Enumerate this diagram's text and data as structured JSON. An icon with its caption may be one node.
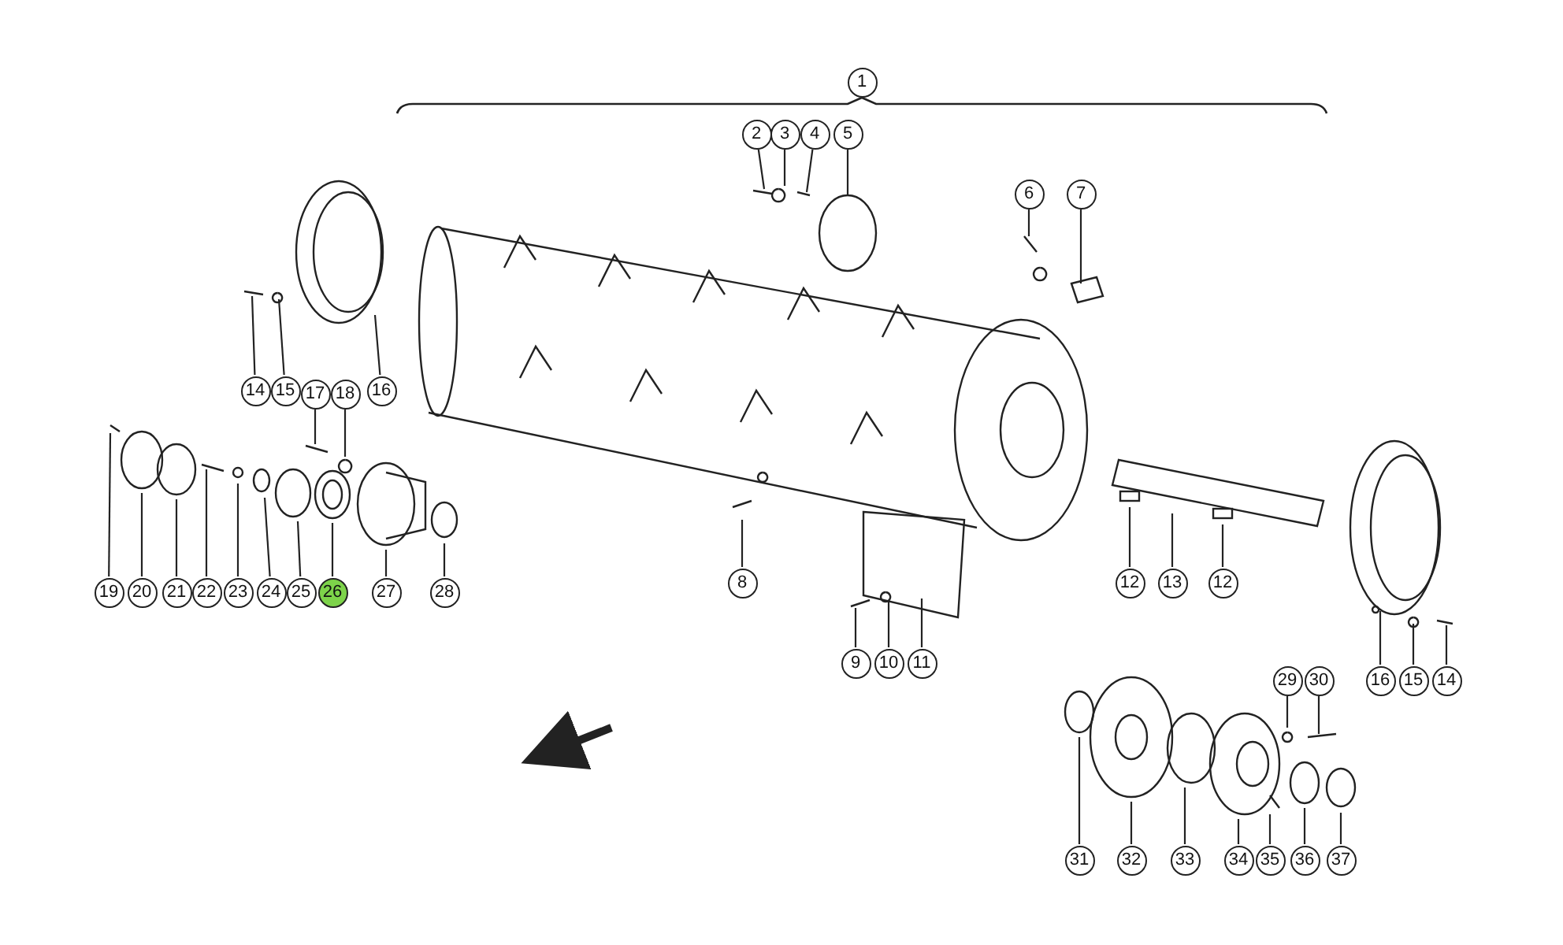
{
  "diagram": {
    "nodes": [
      {
        "text": [
          "1"
        ]
      },
      {
        "text": [
          "2"
        ]
      },
      {
        "text": [
          "3"
        ]
      },
      {
        "text": [
          "4"
        ]
      },
      {
        "text": [
          "5"
        ]
      },
      {
        "text": [
          "6"
        ]
      },
      {
        "text": [
          "7"
        ]
      },
      {
        "text": [
          "14"
        ]
      },
      {
        "text": [
          "15"
        ]
      },
      {
        "text": [
          "16"
        ]
      },
      {
        "text": [
          "17"
        ]
      },
      {
        "text": [
          "18"
        ]
      },
      {
        "text": [
          "19"
        ]
      },
      {
        "text": [
          "20"
        ]
      },
      {
        "text": [
          "21"
        ]
      },
      {
        "text": [
          "22"
        ]
      },
      {
        "text": [
          "23"
        ]
      },
      {
        "text": [
          "24"
        ]
      },
      {
        "text": [
          "25"
        ]
      },
      {
        "text": [
          "26"
        ]
      },
      {
        "text": [
          "27"
        ]
      },
      {
        "text": [
          "28"
        ]
      },
      {
        "text": [
          "8"
        ]
      },
      {
        "text": [
          "12"
        ]
      },
      {
        "text": [
          "13"
        ]
      },
      {
        "text": [
          "12"
        ]
      },
      {
        "text": [
          "9"
        ]
      },
      {
        "text": [
          "10"
        ]
      },
      {
        "text": [
          "11"
        ]
      },
      {
        "text": [
          "16"
        ]
      },
      {
        "text": [
          "15"
        ]
      },
      {
        "text": [
          "14"
        ]
      },
      {
        "text": [
          "29"
        ]
      },
      {
        "text": [
          "30"
        ]
      },
      {
        "text": [
          "31"
        ]
      },
      {
        "text": [
          "32"
        ]
      },
      {
        "text": [
          "33"
        ]
      },
      {
        "text": [
          "34"
        ]
      },
      {
        "text": [
          "35"
        ]
      },
      {
        "text": [
          "36"
        ]
      },
      {
        "text": [
          "37"
        ]
      }
    ],
    "edges": [
      {
        "from": 1,
        "to": null,
        "arrow": "none"
      },
      {
        "from": 2,
        "to": null,
        "arrow": "none"
      },
      {
        "from": 3,
        "to": null,
        "arrow": "none"
      },
      {
        "from": 4,
        "to": null,
        "arrow": "none"
      },
      {
        "from": 5,
        "to": null,
        "arrow": "none"
      },
      {
        "from": 6,
        "to": null,
        "arrow": "none"
      },
      {
        "from": 7,
        "to": null,
        "arrow": "none"
      },
      {
        "from": 8,
        "to": null,
        "arrow": "none"
      },
      {
        "from": 9,
        "to": null,
        "arrow": "none"
      },
      {
        "from": 10,
        "to": null,
        "arrow": "none"
      },
      {
        "from": 11,
        "to": null,
        "arrow": "none"
      },
      {
        "from": 12,
        "to": null,
        "arrow": "none"
      },
      {
        "from": 13,
        "to": null,
        "arrow": "none"
      },
      {
        "from": 14,
        "to": null,
        "arrow": "none"
      },
      {
        "from": 15,
        "to": null,
        "arrow": "none"
      },
      {
        "from": 16,
        "to": null,
        "arrow": "none"
      },
      {
        "from": 17,
        "to": null,
        "arrow": "none"
      },
      {
        "from": 18,
        "to": null,
        "arrow": "none"
      },
      {
        "from": 19,
        "to": null,
        "arrow": "none"
      },
      {
        "from": 20,
        "to": null,
        "arrow": "none"
      },
      {
        "from": 21,
        "to": null,
        "arrow": "none"
      },
      {
        "from": 22,
        "to": null,
        "arrow": "none"
      },
      {
        "from": 23,
        "to": null,
        "arrow": "none"
      },
      {
        "from": 24,
        "to": null,
        "arrow": "none"
      },
      {
        "from": 25,
        "to": null,
        "arrow": "none"
      },
      {
        "from": 26,
        "to": null,
        "arrow": "none"
      },
      {
        "from": 27,
        "to": null,
        "arrow": "none"
      },
      {
        "from": 28,
        "to": null,
        "arrow": "none"
      },
      {
        "from": 29,
        "to": null,
        "arrow": "none"
      },
      {
        "from": 30,
        "to": null,
        "arrow": "none"
      },
      {
        "from": 31,
        "to": null,
        "arrow": "none"
      },
      {
        "from": 32,
        "to": null,
        "arrow": "none"
      },
      {
        "from": 33,
        "to": null,
        "arrow": "none"
      },
      {
        "from": 34,
        "to": null,
        "arrow": "none"
      },
      {
        "from": 35,
        "to": null,
        "arrow": "none"
      },
      {
        "from": 36,
        "to": null,
        "arrow": "none"
      },
      {
        "from": 37,
        "to": null,
        "arrow": "none"
      },
      {
        "from": 38,
        "to": null,
        "arrow": "none"
      },
      {
        "from": 39,
        "to": null,
        "arrow": "none"
      },
      {
        "from": 40,
        "to": null,
        "arrow": "none"
      }
    ]
  }
}
